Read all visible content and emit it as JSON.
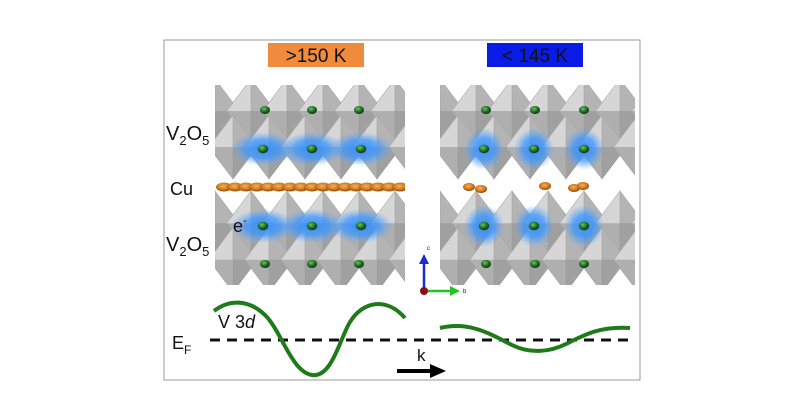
{
  "panels": {
    "high_temp": {
      "label": ">150 K",
      "color": "#f08a3c",
      "text_color": "#ffffff"
    },
    "low_temp": {
      "label": "< 145 K",
      "color": "#0b1be6",
      "text_color": "#ffffff"
    }
  },
  "layer_labels": {
    "oxide_top": {
      "main": "V",
      "sub1": "2",
      "mid": "O",
      "sub2": "5"
    },
    "metal": "Cu",
    "oxide_bottom": {
      "main": "V",
      "sub1": "2",
      "mid": "O",
      "sub2": "5"
    },
    "electron": {
      "main": "e",
      "sup": "-"
    }
  },
  "band": {
    "orbital": {
      "main": "V 3",
      "italic": "d"
    },
    "fermi": {
      "main": "E",
      "sub": "F"
    },
    "momentum": "k"
  },
  "axes_triad": {
    "up": "c",
    "right": "b"
  },
  "colors": {
    "octahedron_light": "#d6d6d6",
    "octahedron_mid": "#b4b4b4",
    "octahedron_dark": "#8f8f8f",
    "vanadium_atom": "#1f6b1f",
    "electron_cloud": "#2d8cff",
    "copper": "#d27a1c",
    "band_curve": "#1f7a1a",
    "fermi_line": "#111111",
    "frame": "#9a9a9a"
  }
}
